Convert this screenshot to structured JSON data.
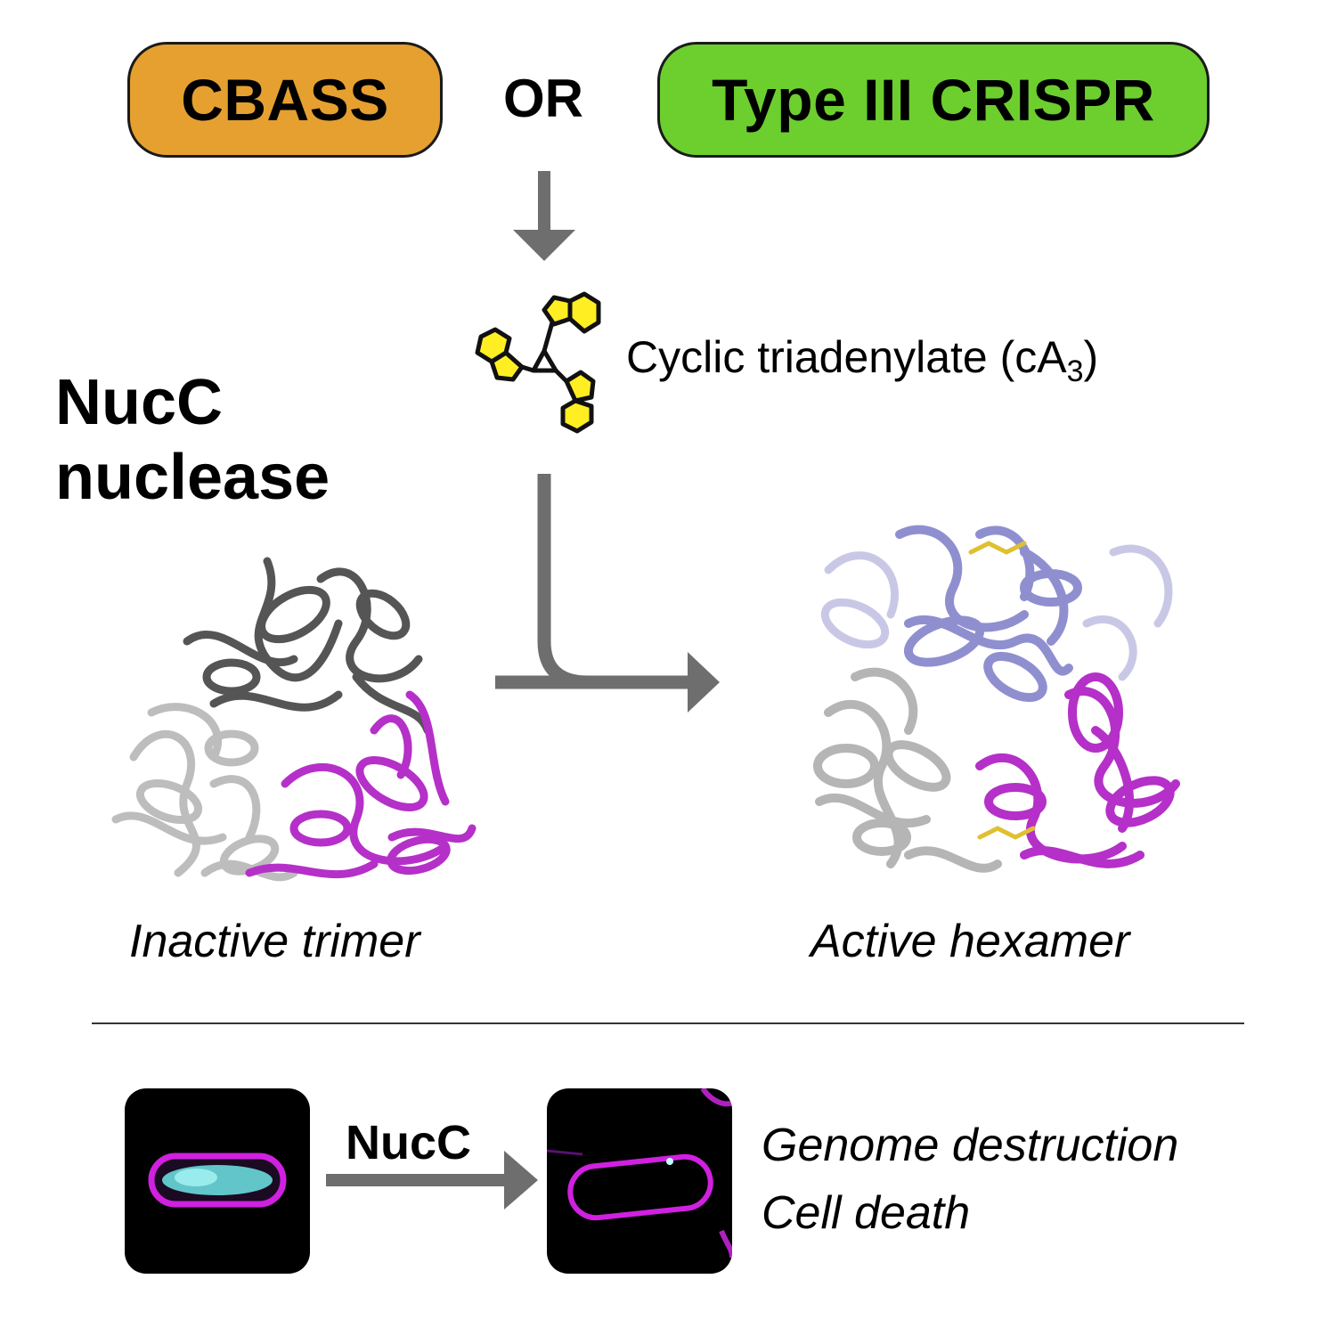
{
  "top": {
    "cbass_label": "CBASS",
    "or_label": "OR",
    "crispr_label": "Type III CRISPR",
    "cbass_color": "#e5a030",
    "crispr_color": "#6dcf2e"
  },
  "molecule": {
    "label_main": "Cyclic triadenylate (cA",
    "label_sub": "3",
    "label_close": ")",
    "ring_color": "#ffee22"
  },
  "nucc": {
    "title_line1": "NucC",
    "title_line2": "nuclease"
  },
  "structures": {
    "trimer_caption": "Inactive trimer",
    "hexamer_caption": "Active hexamer",
    "gray_color": "#8a8a8a",
    "magenta_color": "#b530c8",
    "lavender_color": "#8f8fd0"
  },
  "bottom": {
    "arrow_label": "NucC",
    "outcome_line1": "Genome destruction",
    "outcome_line2": "Cell death",
    "membrane_color": "#d020e0",
    "dna_color": "#70e6e6"
  },
  "arrow_color": "#6e6e6e"
}
